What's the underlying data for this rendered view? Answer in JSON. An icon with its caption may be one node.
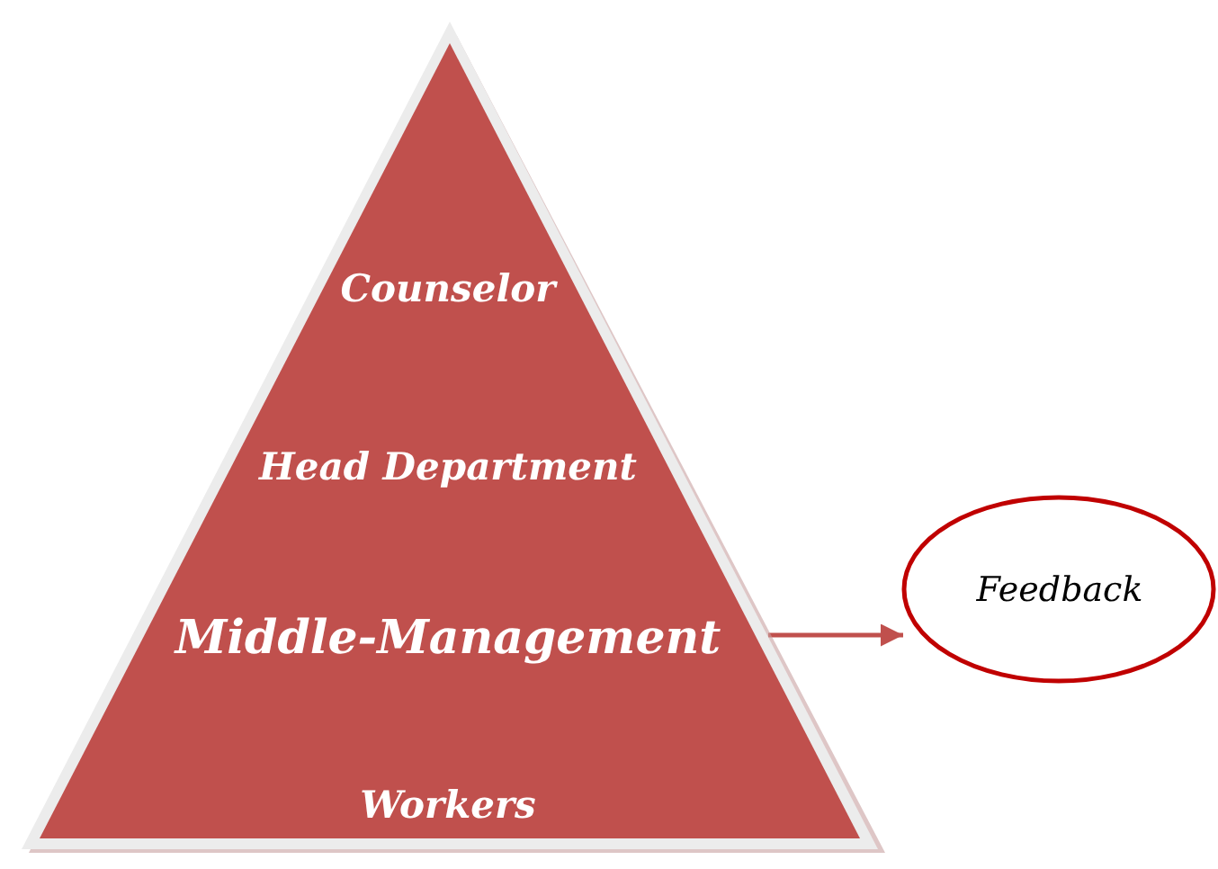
{
  "diagram": {
    "nodes": [
      {
        "text": [
          "Counselor",
          "Head Department",
          "Middle-Management",
          "Workers"
        ]
      },
      {
        "text": [
          "Feedback"
        ]
      }
    ],
    "edges": [
      {
        "from": 0,
        "to": 1,
        "arrow": "to"
      }
    ]
  }
}
